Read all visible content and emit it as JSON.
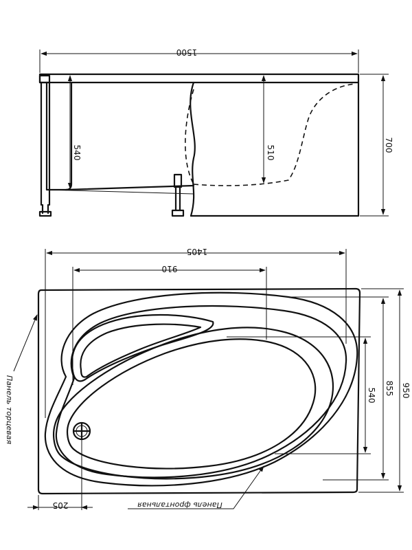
{
  "dimensions": {
    "total_length": "1500",
    "total_height": "700",
    "depth_left": "540",
    "depth_right": "510",
    "inner_length": "1405",
    "bowl_length": "910",
    "bowl_width": "540",
    "inner_width": "855",
    "total_width": "950",
    "drain_offset": "205"
  },
  "labels": {
    "side_panel": "Панель торцевая",
    "front_panel": "Панель фронтальная"
  }
}
